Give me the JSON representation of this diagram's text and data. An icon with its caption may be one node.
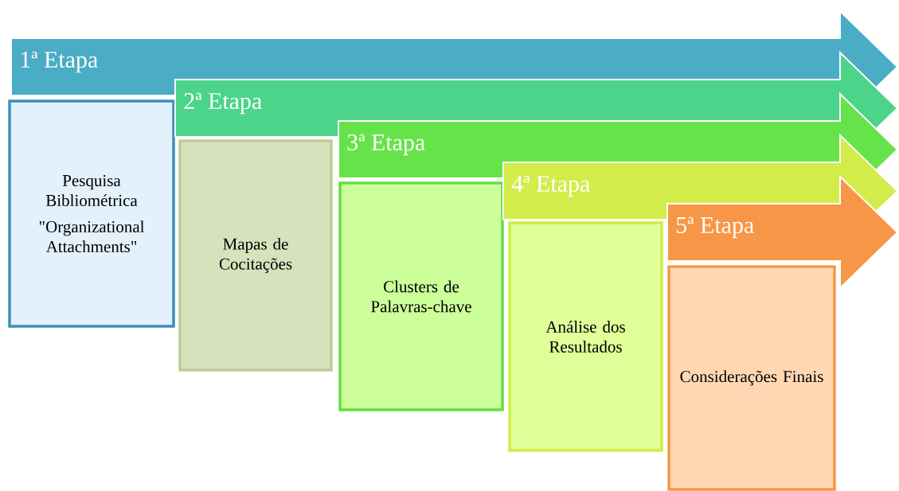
{
  "diagram": {
    "nodes": [
      {
        "text": [
          "1ª Etapa"
        ]
      },
      {
        "text": [
          "Pesquisa Bibliométrica",
          "\"Organizational Attachments\""
        ]
      },
      {
        "text": [
          "2ª Etapa"
        ]
      },
      {
        "text": [
          "Mapas de Cocitações"
        ]
      },
      {
        "text": [
          "3ª Etapa"
        ]
      },
      {
        "text": [
          "Clusters de Palavras-chave"
        ]
      },
      {
        "text": [
          "4ª Etapa"
        ]
      },
      {
        "text": [
          "Análise dos Resultados"
        ]
      },
      {
        "text": [
          "5ª Etapa"
        ]
      },
      {
        "text": [
          "Considerações Finais"
        ]
      }
    ]
  }
}
